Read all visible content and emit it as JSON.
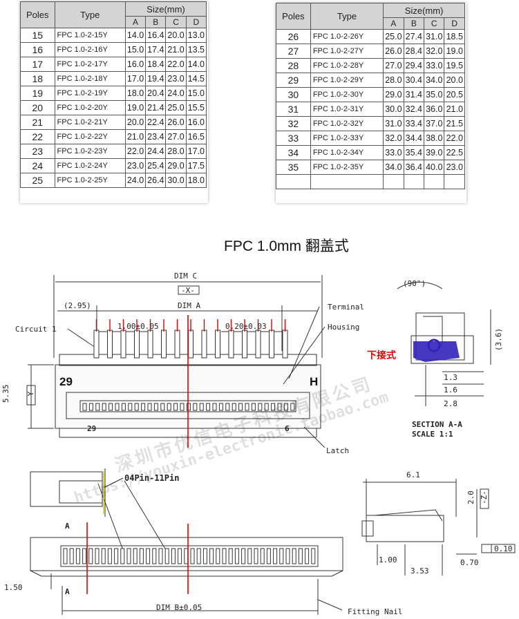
{
  "table_left": {
    "headers": {
      "poles": "Poles",
      "type": "Type",
      "size": "Size(mm)",
      "cols": [
        "A",
        "B",
        "C",
        "D"
      ]
    },
    "rows": [
      {
        "poles": "15",
        "type": "FPC 1.0-2-15Y",
        "a": "14.0",
        "b": "16.4",
        "c": "20.0",
        "d": "13.0"
      },
      {
        "poles": "16",
        "type": "FPC 1.0-2-16Y",
        "a": "15.0",
        "b": "17.4",
        "c": "21.0",
        "d": "13.5"
      },
      {
        "poles": "17",
        "type": "FPC 1.0-2-17Y",
        "a": "16.0",
        "b": "18.4",
        "c": "22.0",
        "d": "14.0"
      },
      {
        "poles": "18",
        "type": "FPC 1.0-2-18Y",
        "a": "17.0",
        "b": "19.4",
        "c": "23.0",
        "d": "14.5"
      },
      {
        "poles": "19",
        "type": "FPC 1.0-2-19Y",
        "a": "18.0",
        "b": "20.4",
        "c": "24.0",
        "d": "15.0"
      },
      {
        "poles": "20",
        "type": "FPC 1.0-2-20Y",
        "a": "19.0",
        "b": "21.4",
        "c": "25.0",
        "d": "15.5"
      },
      {
        "poles": "21",
        "type": "FPC 1.0-2-21Y",
        "a": "20.0",
        "b": "22.4",
        "c": "26.0",
        "d": "16.0"
      },
      {
        "poles": "22",
        "type": "FPC 1.0-2-22Y",
        "a": "21.0",
        "b": "23.4",
        "c": "27.0",
        "d": "16.5"
      },
      {
        "poles": "23",
        "type": "FPC 1.0-2-23Y",
        "a": "22.0",
        "b": "24.4",
        "c": "28.0",
        "d": "17.0"
      },
      {
        "poles": "24",
        "type": "FPC 1.0-2-24Y",
        "a": "23.0",
        "b": "25.4",
        "c": "29.0",
        "d": "17.5"
      },
      {
        "poles": "25",
        "type": "FPC 1.0-2-25Y",
        "a": "24.0",
        "b": "26.4",
        "c": "30.0",
        "d": "18.0"
      }
    ]
  },
  "table_right": {
    "headers": {
      "poles": "Poles",
      "type": "Type",
      "size": "Size(mm)",
      "cols": [
        "A",
        "B",
        "C",
        "D"
      ]
    },
    "rows": [
      {
        "poles": "26",
        "type": "FPC 1.0-2-26Y",
        "a": "25.0",
        "b": "27.4",
        "c": "31.0",
        "d": "18.5"
      },
      {
        "poles": "27",
        "type": "FPC 1.0-2-27Y",
        "a": "26.0",
        "b": "28.4",
        "c": "32.0",
        "d": "19.0"
      },
      {
        "poles": "28",
        "type": "FPC 1.0-2-28Y",
        "a": "27.0",
        "b": "29.4",
        "c": "33.0",
        "d": "19.5"
      },
      {
        "poles": "29",
        "type": "FPC 1.0-2-29Y",
        "a": "28.0",
        "b": "30.4",
        "c": "34.0",
        "d": "20.0"
      },
      {
        "poles": "30",
        "type": "FPC 1.0-2-30Y",
        "a": "29.0",
        "b": "31.4",
        "c": "35.0",
        "d": "20.5"
      },
      {
        "poles": "31",
        "type": "FPC 1.0-2-31Y",
        "a": "30.0",
        "b": "32.4",
        "c": "36.0",
        "d": "21.0"
      },
      {
        "poles": "32",
        "type": "FPC 1.0-2-32Y",
        "a": "31.0",
        "b": "33.4",
        "c": "37.0",
        "d": "21.5"
      },
      {
        "poles": "33",
        "type": "FPC 1.0-2-33Y",
        "a": "32.0",
        "b": "34.4",
        "c": "38.0",
        "d": "22.0"
      },
      {
        "poles": "34",
        "type": "FPC 1.0-2-34Y",
        "a": "33.0",
        "b": "35.4",
        "c": "39.0",
        "d": "22.5"
      },
      {
        "poles": "35",
        "type": "FPC 1.0-2-35Y",
        "a": "34.0",
        "b": "36.4",
        "c": "40.0",
        "d": "23.0"
      },
      {
        "poles": "",
        "type": "",
        "a": "",
        "b": "",
        "c": "",
        "d": ""
      }
    ]
  },
  "heading": "FPC 1.0mm 翻盖式",
  "drawing": {
    "dim_c": "DIM C",
    "x_box": "-X-",
    "offset_295": "(2.95)",
    "dim_a": "DIM A",
    "terminal": "Terminal",
    "housing": "Housing",
    "circuit_1": "Circuit 1",
    "pitch": "1.00±0.05",
    "tol": "0.20±0.03",
    "num_29": "29",
    "letter_h": "H",
    "num_29_small": "29",
    "num_6": "6",
    "dim_535": "5.35",
    "y_box": "-Y-",
    "latch": "Latch",
    "angle": "(90°)",
    "dim_36": "(3.6)",
    "bottom_contact": "下接式",
    "dim_13": "1.3",
    "dim_16": "1.6",
    "dim_28": "2.8",
    "section": "SECTION A-A",
    "scale": "SCALE    1:1",
    "pin_range": "04Pin-11Pin",
    "label_a_top": "A",
    "label_a_bottom": "A",
    "dim_150": "1.50",
    "dim_b": "DIM B±0.05",
    "fitting_nail": "Fitting Nail",
    "dim_61": "6.1",
    "dim_20": "2.0",
    "z_box": "-Z-",
    "flatness": "0.10",
    "dim_100": "1.00",
    "dim_070": "0.70",
    "dim_353": "3.53",
    "watermark_cn": "深圳市优信电子科技有限公司",
    "watermark_en": "https://youxin-electronic.taobao.com"
  }
}
